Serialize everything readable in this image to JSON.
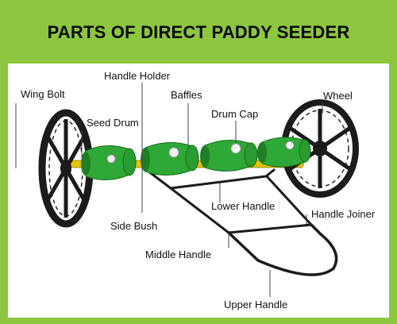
{
  "title": "PARTS OF DIRECT PADDY SEEDER",
  "colors": {
    "accent": "#8dc63f",
    "drum": "#2ea836",
    "frame": "#1b1b1b",
    "axle": "#e6c200"
  },
  "labels": {
    "wing_bolt": "Wing Bolt",
    "handle_holder": "Handle Holder",
    "baffles": "Baffles",
    "wheel": "Wheel",
    "seed_drum": "Seed Drum",
    "drum_cap": "Drum Cap",
    "lower_handle": "Lower Handle",
    "handle_joiner": "Handle Joiner",
    "side_bush": "Side Bush",
    "middle_handle": "Middle Handle",
    "upper_handle": "Upper Handle"
  }
}
